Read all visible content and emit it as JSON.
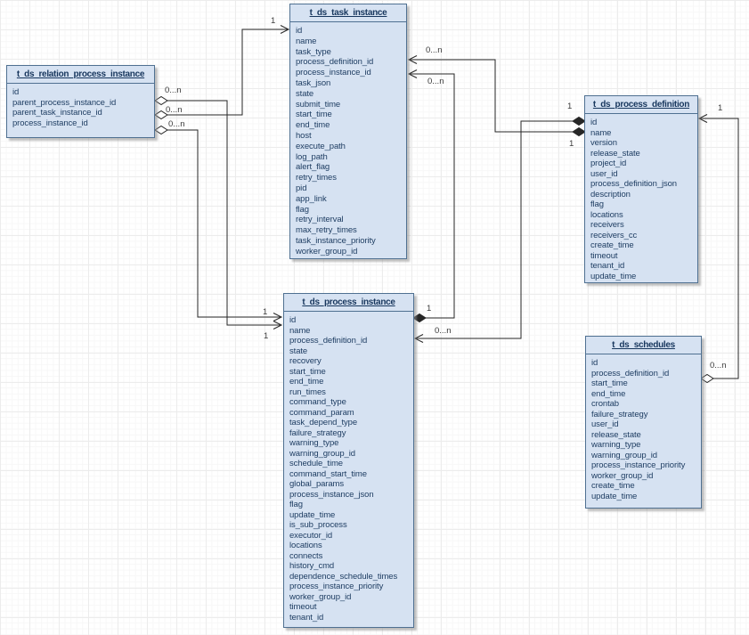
{
  "diagram": {
    "colors": {
      "entity_fill": "#d6e2f2",
      "entity_border": "#4f7091",
      "title_text": "#17365d",
      "field_text": "#1f3e63",
      "line": "#262626",
      "label_text": "#3a3a3a"
    },
    "entities": [
      {
        "id": "t_ds_relation_process_instance",
        "title": "t_ds_relation_process_instance",
        "fields": [
          "id",
          "parent_process_instance_id",
          "parent_task_instance_id",
          "process_instance_id"
        ]
      },
      {
        "id": "t_ds_task_instance",
        "title": "t_ds_task_instance",
        "fields": [
          "id",
          "name",
          "task_type",
          "process_definition_id",
          "process_instance_id",
          "task_json",
          "state",
          "submit_time",
          "start_time",
          "end_time",
          "host",
          "execute_path",
          "log_path",
          "alert_flag",
          "retry_times",
          "pid",
          "app_link",
          "flag",
          "retry_interval",
          "max_retry_times",
          "task_instance_priority",
          "worker_group_id"
        ]
      },
      {
        "id": "t_ds_process_definition",
        "title": "t_ds_process_definition",
        "fields": [
          "id",
          "name",
          "version",
          "release_state",
          "project_id",
          "user_id",
          "process_definition_json",
          "description",
          "flag",
          "locations",
          "receivers",
          "receivers_cc",
          "create_time",
          "timeout",
          "tenant_id",
          "update_time"
        ]
      },
      {
        "id": "t_ds_process_instance",
        "title": "t_ds_process_instance",
        "fields": [
          "id",
          "name",
          "process_definition_id",
          "state",
          "recovery",
          "start_time",
          "end_time",
          "run_times",
          "command_type",
          "command_param",
          "task_depend_type",
          "failure_strategy",
          "warning_type",
          "warning_group_id",
          "schedule_time",
          "command_start_time",
          "global_params",
          "process_instance_json",
          "flag",
          "update_time",
          "is_sub_process",
          "executor_id",
          "locations",
          "connects",
          "history_cmd",
          "dependence_schedule_times",
          "process_instance_priority",
          "worker_group_id",
          "timeout",
          "tenant_id"
        ]
      },
      {
        "id": "t_ds_schedules",
        "title": "t_ds_schedules",
        "fields": [
          "id",
          "process_definition_id",
          "start_time",
          "end_time",
          "crontab",
          "failure_strategy",
          "user_id",
          "release_state",
          "warning_type",
          "warning_group_id",
          "process_instance_priority",
          "worker_group_id",
          "create_time",
          "update_time"
        ]
      }
    ],
    "relationships": [
      {
        "from": "t_ds_relation_process_instance",
        "to": "t_ds_process_instance",
        "from_cardinality": "0...n",
        "to_cardinality": "1",
        "from_marker": "open-diamond",
        "to_marker": "open-arrow"
      },
      {
        "from": "t_ds_relation_process_instance",
        "to": "t_ds_task_instance",
        "from_cardinality": "0...n",
        "to_cardinality": "1",
        "from_marker": "open-diamond",
        "to_marker": "open-arrow"
      },
      {
        "from": "t_ds_relation_process_instance",
        "to": "t_ds_process_instance",
        "from_cardinality": "0...n",
        "to_cardinality": "1",
        "from_marker": "open-diamond",
        "to_marker": "open-arrow"
      },
      {
        "from": "t_ds_process_definition",
        "to": "t_ds_task_instance",
        "from_cardinality": "1",
        "to_cardinality": "0...n",
        "from_marker": "filled-diamond",
        "to_marker": "open-arrow"
      },
      {
        "from": "t_ds_process_instance",
        "to": "t_ds_task_instance",
        "from_cardinality": "1",
        "to_cardinality": "0...n",
        "from_marker": "filled-diamond",
        "to_marker": "open-arrow"
      },
      {
        "from": "t_ds_process_definition",
        "to": "t_ds_process_instance",
        "from_cardinality": "1",
        "to_cardinality": "0...n",
        "from_marker": "filled-diamond",
        "to_marker": "open-arrow"
      },
      {
        "from": "t_ds_schedules",
        "to": "t_ds_process_definition",
        "from_cardinality": "0...n",
        "to_cardinality": "1",
        "from_marker": "open-diamond",
        "to_marker": "open-arrow"
      }
    ]
  }
}
